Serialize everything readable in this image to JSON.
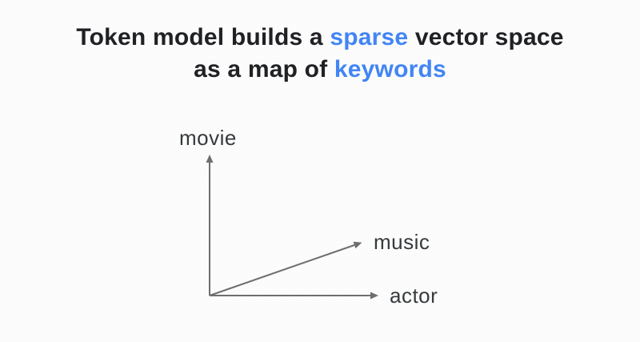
{
  "slide": {
    "title": {
      "line1_part1": "Token model builds a ",
      "line1_highlight": "sparse",
      "line1_part2": " vector space",
      "line2_part1": "as a map of ",
      "line2_highlight": "keywords"
    },
    "diagram": {
      "type": "vector-space-axes",
      "y_axis_label": "movie",
      "x_axis_label": "actor",
      "vector_label": "music"
    },
    "colors": {
      "highlight_blue": "#4285F4",
      "title_text": "#202124",
      "arrow_gray": "#6E6E6E",
      "axis_label_text": "#373A3C",
      "background": "#FCFCFC"
    }
  }
}
